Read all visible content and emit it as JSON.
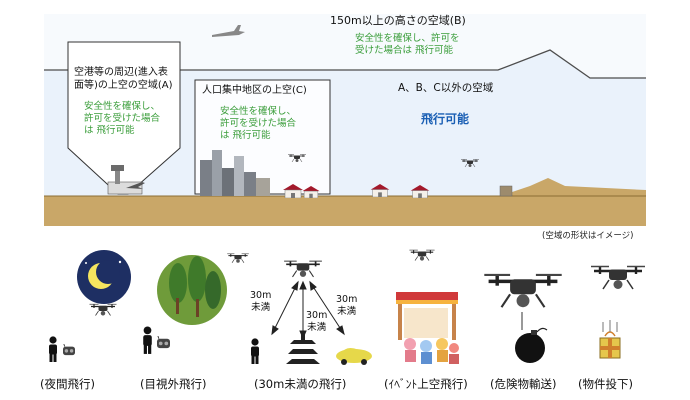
{
  "airspace": {
    "zone_b": {
      "title": "150m以上の高さの空域(B)",
      "condition": [
        "安全性を確保し、許可を",
        "受けた場合は 飛行可能"
      ]
    },
    "zone_a": {
      "title": [
        "空港等の周辺(進入表",
        "面等)の上空の空域(A)"
      ],
      "condition": [
        "安全性を確保し、",
        "許可を受けた場合",
        "は 飛行可能"
      ]
    },
    "zone_c": {
      "title": "人口集中地区の上空(C)",
      "condition": [
        "安全性を確保し、",
        "許可を受けた場合",
        "は 飛行可能"
      ]
    },
    "zone_other": {
      "title": "A、B、C以外の空域",
      "status": "飛行可能"
    },
    "note": "(空域の形状はイメージ)"
  },
  "colors": {
    "sky": "#e8f1fb",
    "ground": "#c9a768",
    "condition_text": "#3a9d3a",
    "allowed_text": "#1a5fb4",
    "mountain_line": "#4d4d4d"
  },
  "distance_labels": {
    "left": [
      "30m",
      "未満"
    ],
    "center": [
      "30m",
      "未満"
    ],
    "right": [
      "30m",
      "未満"
    ]
  },
  "captions": [
    "(夜間飛行)",
    "(目視外飛行)",
    "(30m未満の飛行)",
    "(ｲﾍﾞﾝﾄ上空飛行)",
    "(危険物輸送)",
    "(物件投下)"
  ],
  "icons": [
    "drone-icon",
    "airplane-icon",
    "control-tower-icon",
    "building-icon",
    "house-icon",
    "moon-icon",
    "tree-icon",
    "person-icon",
    "controller-icon",
    "pagoda-icon",
    "car-icon",
    "festival-booth-icon",
    "bomb-icon",
    "package-icon"
  ]
}
